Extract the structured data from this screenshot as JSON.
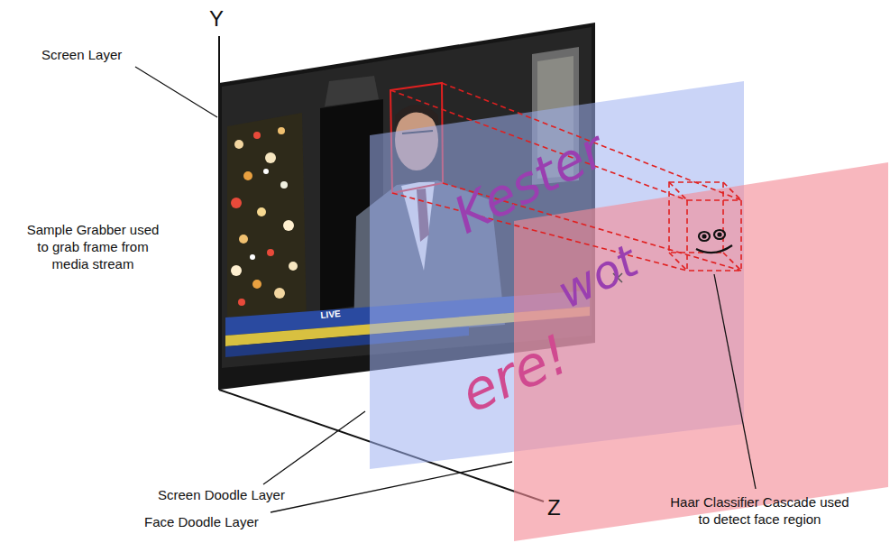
{
  "diagram": {
    "labels": [
      "Y",
      "Screen Layer",
      "Sample Grabber used to grab frame from media stream",
      "LIVE",
      "Kester",
      "wot",
      "ere!",
      "Screen Doodle Layer",
      "Face Doodle Layer",
      "Z",
      "Haar Classifier Cascade used to detect face region"
    ]
  }
}
